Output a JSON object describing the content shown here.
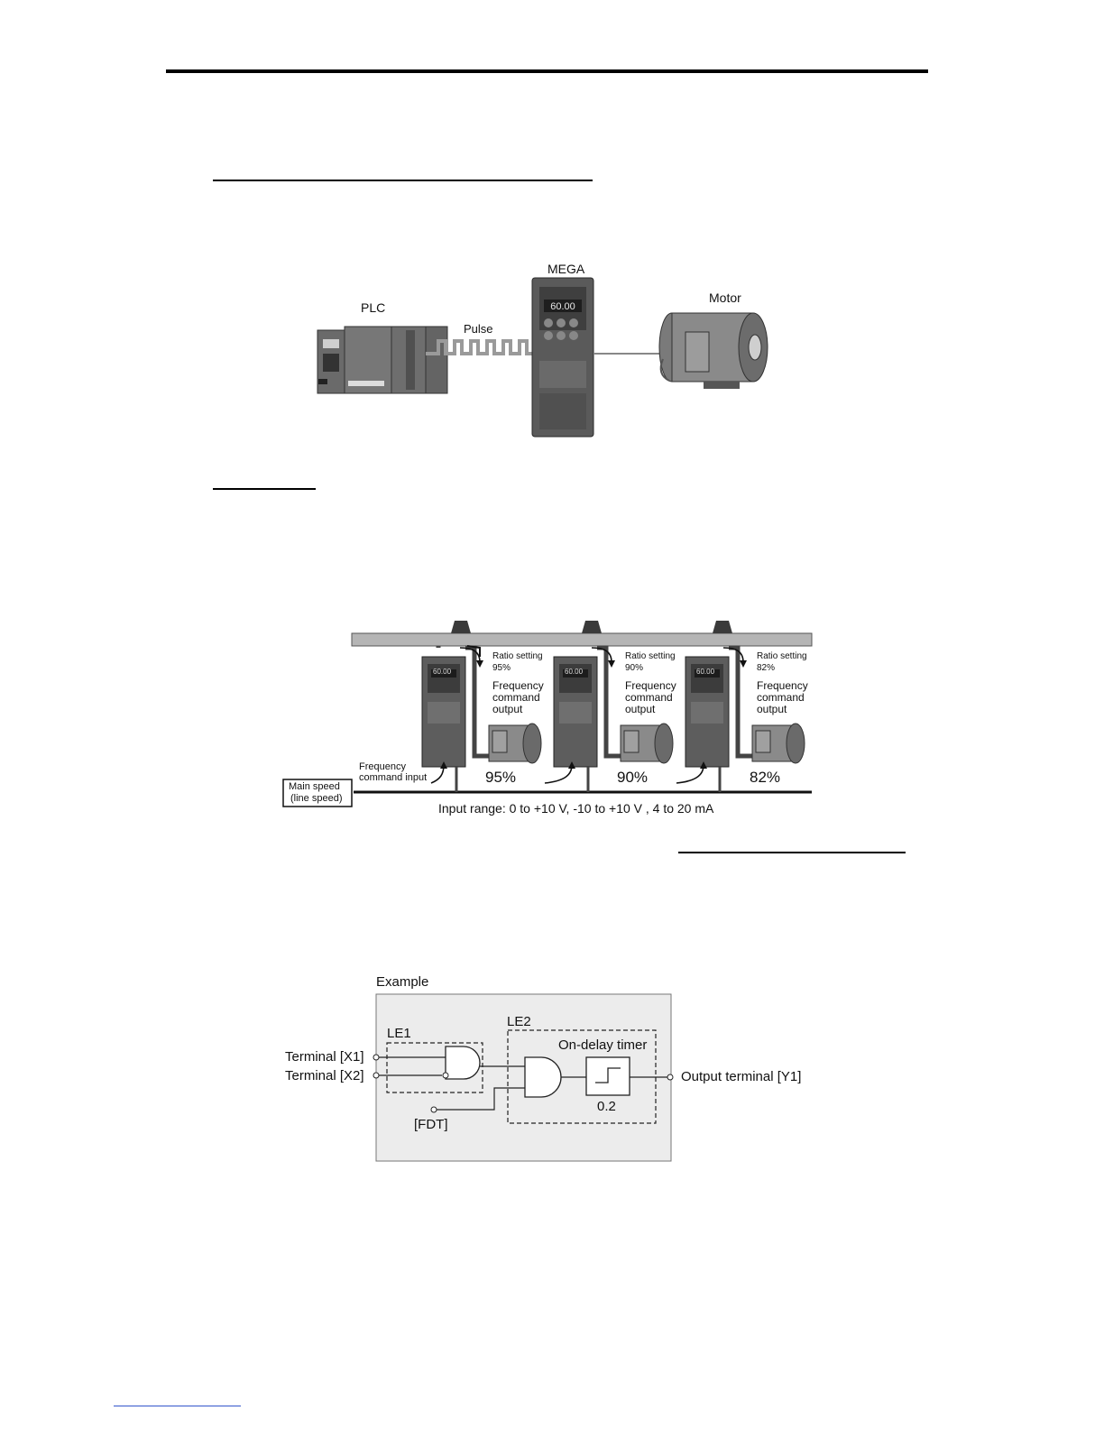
{
  "diagram1": {
    "plc": "PLC",
    "pulse": "Pulse",
    "mega": "MEGA",
    "motor": "Motor",
    "display": "60.00"
  },
  "diagram2": {
    "units": [
      {
        "ratio_title": "Ratio setting",
        "ratio_value": "95%",
        "out1": "Frequency",
        "out2": "command",
        "out3": "output",
        "percent": "95%",
        "display": "60.00"
      },
      {
        "ratio_title": "Ratio setting",
        "ratio_value": "90%",
        "out1": "Frequency",
        "out2": "command",
        "out3": "output",
        "percent": "90%",
        "display": "60.00"
      },
      {
        "ratio_title": "Ratio setting",
        "ratio_value": "82%",
        "out1": "Frequency",
        "out2": "command",
        "out3": "output",
        "percent": "82%",
        "display": "60.00"
      }
    ],
    "freq_input_1": "Frequency",
    "freq_input_2": "command input",
    "main_speed_1": "Main speed",
    "main_speed_2": "(line speed)",
    "input_range": "Input range: 0 to +10 V, -10 to +10 V , 4 to 20 mA"
  },
  "diagram3": {
    "example": "Example",
    "le1": "LE1",
    "le2": "LE2",
    "timer": "On-delay timer",
    "x1": "Terminal [X1]",
    "x2": "Terminal [X2]",
    "fdt": "[FDT]",
    "timer_value": "0.2",
    "y1": "Output terminal [Y1]"
  },
  "colors": {
    "rule": "#000000",
    "diagram_bg": "#ececec",
    "device": "#5b5b5b",
    "link": "#3355cc"
  }
}
